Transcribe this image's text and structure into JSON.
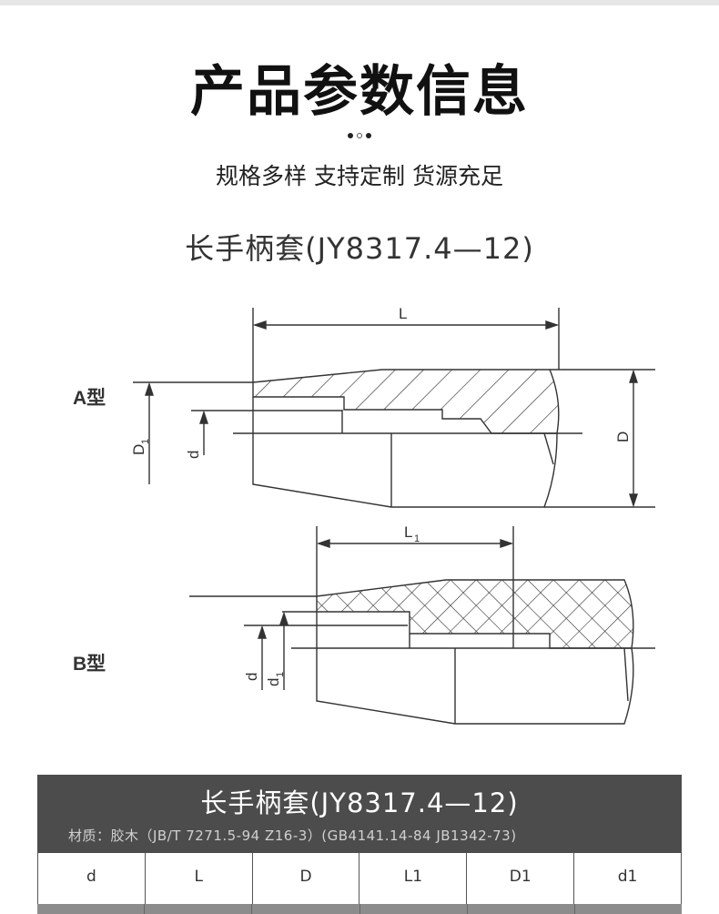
{
  "header": {
    "title": "产品参数信息",
    "tagline": "规格多样 支持定制 货源充足"
  },
  "drawing": {
    "title": "长手柄套(JY8317.4—12)",
    "type_a_label": "A型",
    "type_b_label": "B型",
    "dim_L": "L",
    "dim_L1": "L",
    "dim_L1_sub": "1",
    "dim_D": "D",
    "dim_D1": "D",
    "dim_D1_sub": "1",
    "dim_d": "d",
    "dim_d1": "d",
    "dim_d1_sub": "1"
  },
  "spec_table": {
    "title": "长手柄套(JY8317.4—12)",
    "material": "材质：胶木（JB/T 7271.5-94 Z16-3）(GB4141.14-84 JB1342-73)",
    "columns": [
      "d",
      "L",
      "D",
      "L1",
      "D1",
      "d1"
    ]
  }
}
